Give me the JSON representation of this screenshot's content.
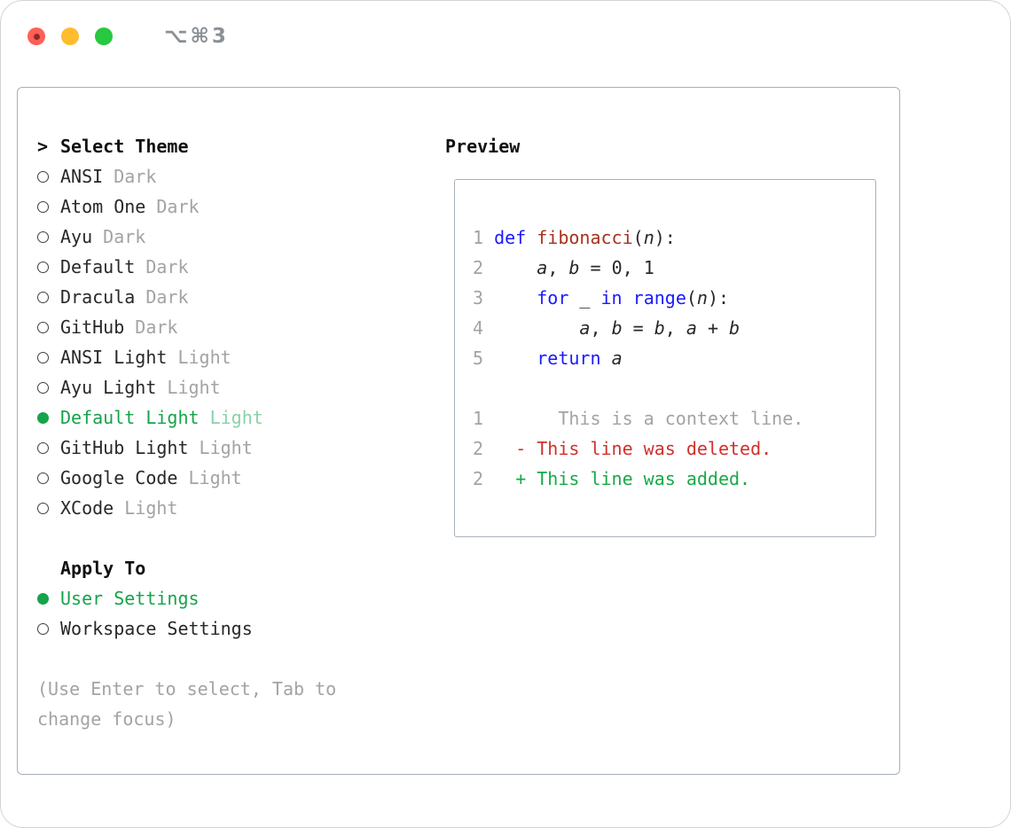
{
  "window": {
    "shortcut_label": "⌥⌘3"
  },
  "theme_list": {
    "prefix": ">",
    "title": "Select Theme",
    "items": [
      {
        "name": "ANSI",
        "variant": "Dark",
        "selected": false
      },
      {
        "name": "Atom One",
        "variant": "Dark",
        "selected": false
      },
      {
        "name": "Ayu",
        "variant": "Dark",
        "selected": false
      },
      {
        "name": "Default",
        "variant": "Dark",
        "selected": false
      },
      {
        "name": "Dracula",
        "variant": "Dark",
        "selected": false
      },
      {
        "name": "GitHub",
        "variant": "Dark",
        "selected": false
      },
      {
        "name": "ANSI Light",
        "variant": "Light",
        "selected": false
      },
      {
        "name": "Ayu Light",
        "variant": "Light",
        "selected": false
      },
      {
        "name": "Default Light",
        "variant": "Light",
        "selected": true
      },
      {
        "name": "GitHub Light",
        "variant": "Light",
        "selected": false
      },
      {
        "name": "Google Code",
        "variant": "Light",
        "selected": false
      },
      {
        "name": "XCode",
        "variant": "Light",
        "selected": false
      }
    ]
  },
  "apply_to": {
    "title": "Apply To",
    "options": [
      {
        "label": "User Settings",
        "selected": true
      },
      {
        "label": "Workspace Settings",
        "selected": false
      }
    ]
  },
  "hint": "(Use Enter to select, Tab to change focus)",
  "preview": {
    "title": "Preview",
    "lines": [
      {
        "segments": [
          {
            "t": "1 ",
            "c": "num"
          },
          {
            "t": "def",
            "c": "kw"
          },
          {
            "t": " ",
            "c": "pl"
          },
          {
            "t": "fibonacci",
            "c": "fn"
          },
          {
            "t": "(",
            "c": "pl"
          },
          {
            "t": "n",
            "c": "var"
          },
          {
            "t": "):",
            "c": "pl"
          }
        ]
      },
      {
        "segments": [
          {
            "t": "2 ",
            "c": "num"
          },
          {
            "t": "    ",
            "c": "pl"
          },
          {
            "t": "a",
            "c": "var"
          },
          {
            "t": ", ",
            "c": "pl"
          },
          {
            "t": "b",
            "c": "var"
          },
          {
            "t": " = 0, 1",
            "c": "pl"
          }
        ]
      },
      {
        "segments": [
          {
            "t": "3 ",
            "c": "num"
          },
          {
            "t": "    ",
            "c": "pl"
          },
          {
            "t": "for",
            "c": "kw"
          },
          {
            "t": " _ ",
            "c": "pl"
          },
          {
            "t": "in",
            "c": "kw"
          },
          {
            "t": " ",
            "c": "pl"
          },
          {
            "t": "range",
            "c": "kw"
          },
          {
            "t": "(",
            "c": "pl"
          },
          {
            "t": "n",
            "c": "var"
          },
          {
            "t": "):",
            "c": "pl"
          }
        ]
      },
      {
        "segments": [
          {
            "t": "4 ",
            "c": "num"
          },
          {
            "t": "        ",
            "c": "pl"
          },
          {
            "t": "a",
            "c": "var"
          },
          {
            "t": ", ",
            "c": "pl"
          },
          {
            "t": "b",
            "c": "var"
          },
          {
            "t": " = ",
            "c": "pl"
          },
          {
            "t": "b",
            "c": "var"
          },
          {
            "t": ", ",
            "c": "pl"
          },
          {
            "t": "a",
            "c": "var"
          },
          {
            "t": " + ",
            "c": "pl"
          },
          {
            "t": "b",
            "c": "var"
          }
        ]
      },
      {
        "segments": [
          {
            "t": "5 ",
            "c": "num"
          },
          {
            "t": "    ",
            "c": "pl"
          },
          {
            "t": "return",
            "c": "kw"
          },
          {
            "t": " ",
            "c": "pl"
          },
          {
            "t": "a",
            "c": "var"
          }
        ]
      },
      {
        "segments": [
          {
            "t": " ",
            "c": "pl"
          }
        ]
      },
      {
        "segments": [
          {
            "t": "1 ",
            "c": "num"
          },
          {
            "t": "      This is a context line.",
            "c": "ctx"
          }
        ]
      },
      {
        "segments": [
          {
            "t": "2 ",
            "c": "num"
          },
          {
            "t": "  ",
            "c": "pl"
          },
          {
            "t": "- This line was deleted.",
            "c": "del"
          }
        ]
      },
      {
        "segments": [
          {
            "t": "2 ",
            "c": "num"
          },
          {
            "t": "  ",
            "c": "pl"
          },
          {
            "t": "+ This line was added.",
            "c": "add"
          }
        ]
      }
    ]
  },
  "colors": {
    "text": "#282828",
    "gray": "#a3a3a3",
    "green": "#16a34a",
    "light_green": "#8ad0a8",
    "keyword_blue": "#1a1aff",
    "function_red": "#a8311f",
    "deleted_red": "#d2302c",
    "added_green": "#17a948",
    "panel_border": "#a8b0ba",
    "window_border": "#d4d4d4",
    "shortcut_gray": "#8b9096",
    "tl_red": "#ff5f57",
    "tl_red_dot": "#8e2a22",
    "tl_yellow": "#febc2e",
    "tl_green": "#28c840"
  }
}
